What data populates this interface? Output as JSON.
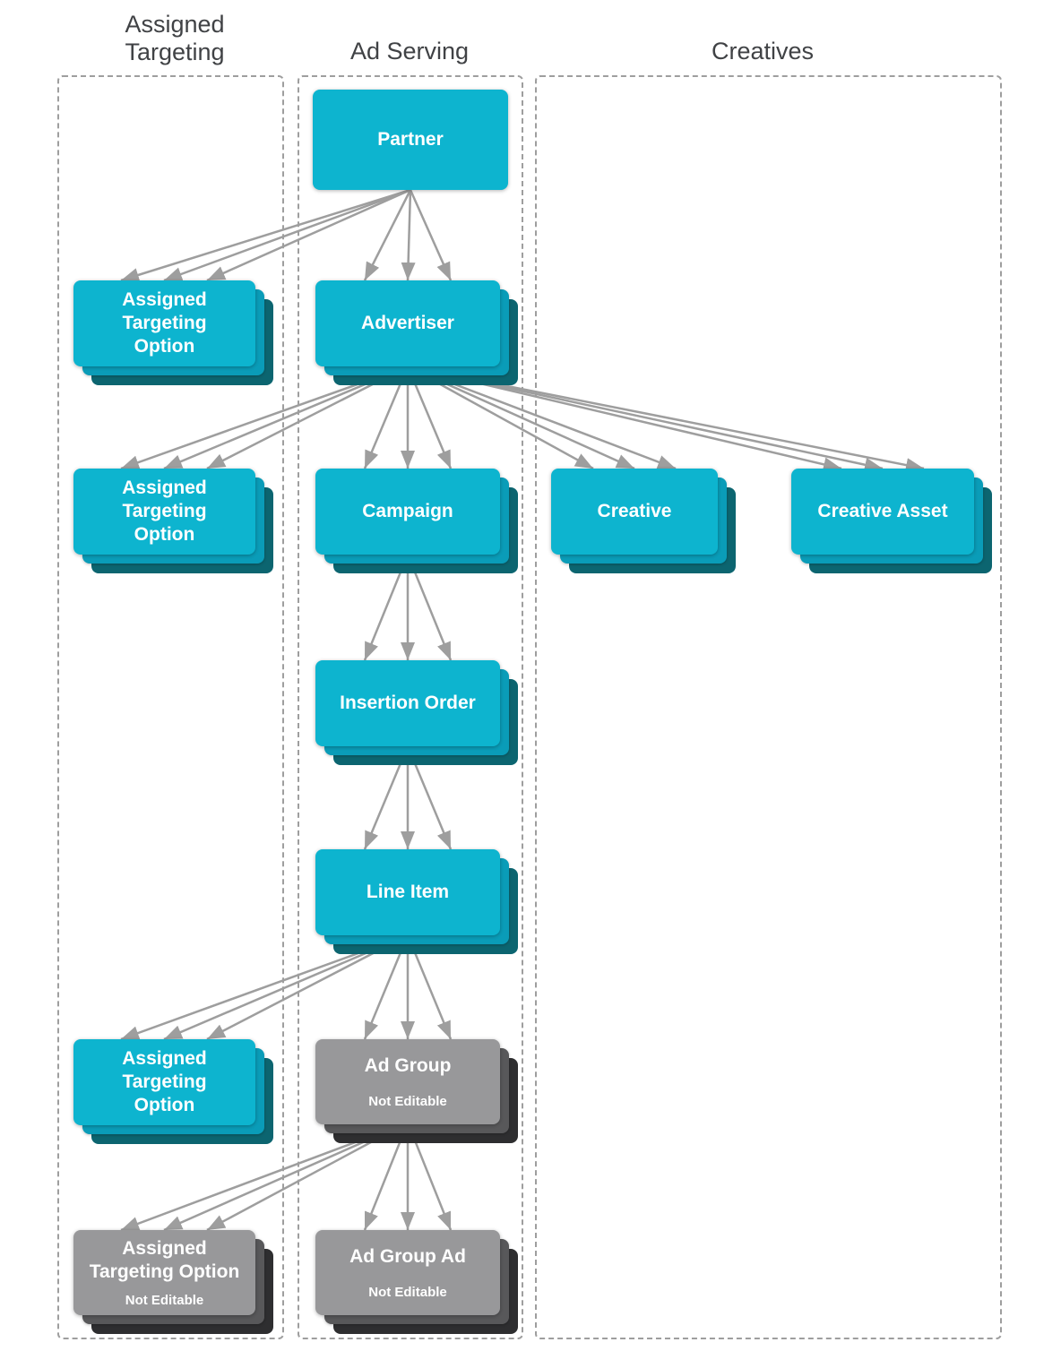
{
  "columns": {
    "assigned_targeting": {
      "title": "Assigned Targeting"
    },
    "ad_serving": {
      "title": "Ad Serving"
    },
    "creatives": {
      "title": "Creatives"
    }
  },
  "nodes": {
    "partner": {
      "label": "Partner",
      "column": "ad_serving",
      "editable": true
    },
    "ato_partner": {
      "lines": [
        "Assigned",
        "Targeting",
        "Option"
      ],
      "column": "assigned_targeting",
      "editable": true
    },
    "advertiser": {
      "label": "Advertiser",
      "column": "ad_serving",
      "editable": true
    },
    "ato_advertiser": {
      "lines": [
        "Assigned",
        "Targeting",
        "Option"
      ],
      "column": "assigned_targeting",
      "editable": true
    },
    "campaign": {
      "label": "Campaign",
      "column": "ad_serving",
      "editable": true
    },
    "creative": {
      "label": "Creative",
      "column": "creatives",
      "editable": true
    },
    "creative_asset": {
      "label": "Creative Asset",
      "column": "creatives",
      "editable": true
    },
    "insertion_order": {
      "label": "Insertion Order",
      "column": "ad_serving",
      "editable": true
    },
    "line_item": {
      "label": "Line Item",
      "column": "ad_serving",
      "editable": true
    },
    "ato_line_item": {
      "lines": [
        "Assigned",
        "Targeting",
        "Option"
      ],
      "column": "assigned_targeting",
      "editable": true
    },
    "ad_group": {
      "label": "Ad Group",
      "sublabel": "Not Editable",
      "column": "ad_serving",
      "editable": false
    },
    "ato_ad_group": {
      "lines": [
        "Assigned",
        "Targeting Option"
      ],
      "sublabel": "Not Editable",
      "column": "assigned_targeting",
      "editable": false
    },
    "ad_group_ad": {
      "label": "Ad Group Ad",
      "sublabel": "Not Editable",
      "column": "ad_serving",
      "editable": false
    }
  },
  "edges": [
    {
      "from": "partner",
      "to": "ato_partner"
    },
    {
      "from": "partner",
      "to": "advertiser"
    },
    {
      "from": "advertiser",
      "to": "ato_advertiser"
    },
    {
      "from": "advertiser",
      "to": "campaign"
    },
    {
      "from": "advertiser",
      "to": "creative"
    },
    {
      "from": "advertiser",
      "to": "creative_asset"
    },
    {
      "from": "campaign",
      "to": "insertion_order"
    },
    {
      "from": "insertion_order",
      "to": "line_item"
    },
    {
      "from": "line_item",
      "to": "ato_line_item"
    },
    {
      "from": "line_item",
      "to": "ad_group"
    },
    {
      "from": "ad_group",
      "to": "ato_ad_group"
    },
    {
      "from": "ad_group",
      "to": "ad_group_ad"
    }
  ],
  "colors": {
    "editable_fill": "#0db4cf",
    "editable_mid": "#0a9cb8",
    "editable_back": "#0c6570",
    "not_editable_fill": "#98989a",
    "not_editable_mid": "#58585a",
    "not_editable_back": "#2e2e30",
    "arrow": "#9e9e9e",
    "column_border": "#9e9e9e",
    "header_text": "#404245",
    "node_text": "#ffffff"
  }
}
